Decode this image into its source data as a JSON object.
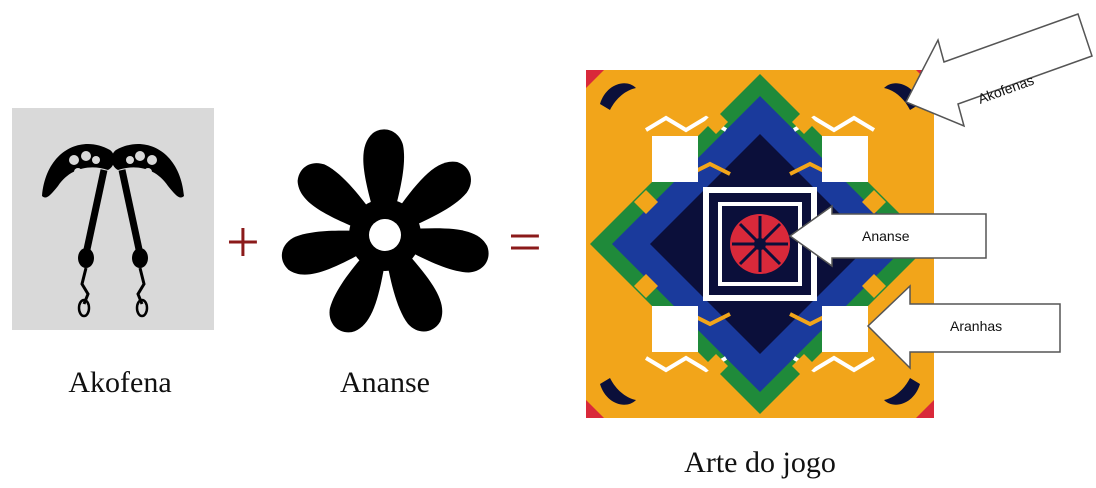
{
  "captions": {
    "akofena": "Akofena",
    "ananse": "Ananse",
    "result": "Arte do jogo"
  },
  "operators": {
    "plus": "+",
    "equals": "="
  },
  "callouts": {
    "akofenas": "Akofenas",
    "ananse": "Ananse",
    "aranhas": "Aranhas"
  },
  "colors": {
    "operator": "#8b1a1a",
    "pattern_yellow": "#f2a51a",
    "pattern_green": "#1f8a3a",
    "pattern_blue": "#1a3a9c",
    "pattern_red": "#d9293a",
    "pattern_dark": "#0b0f3a"
  }
}
